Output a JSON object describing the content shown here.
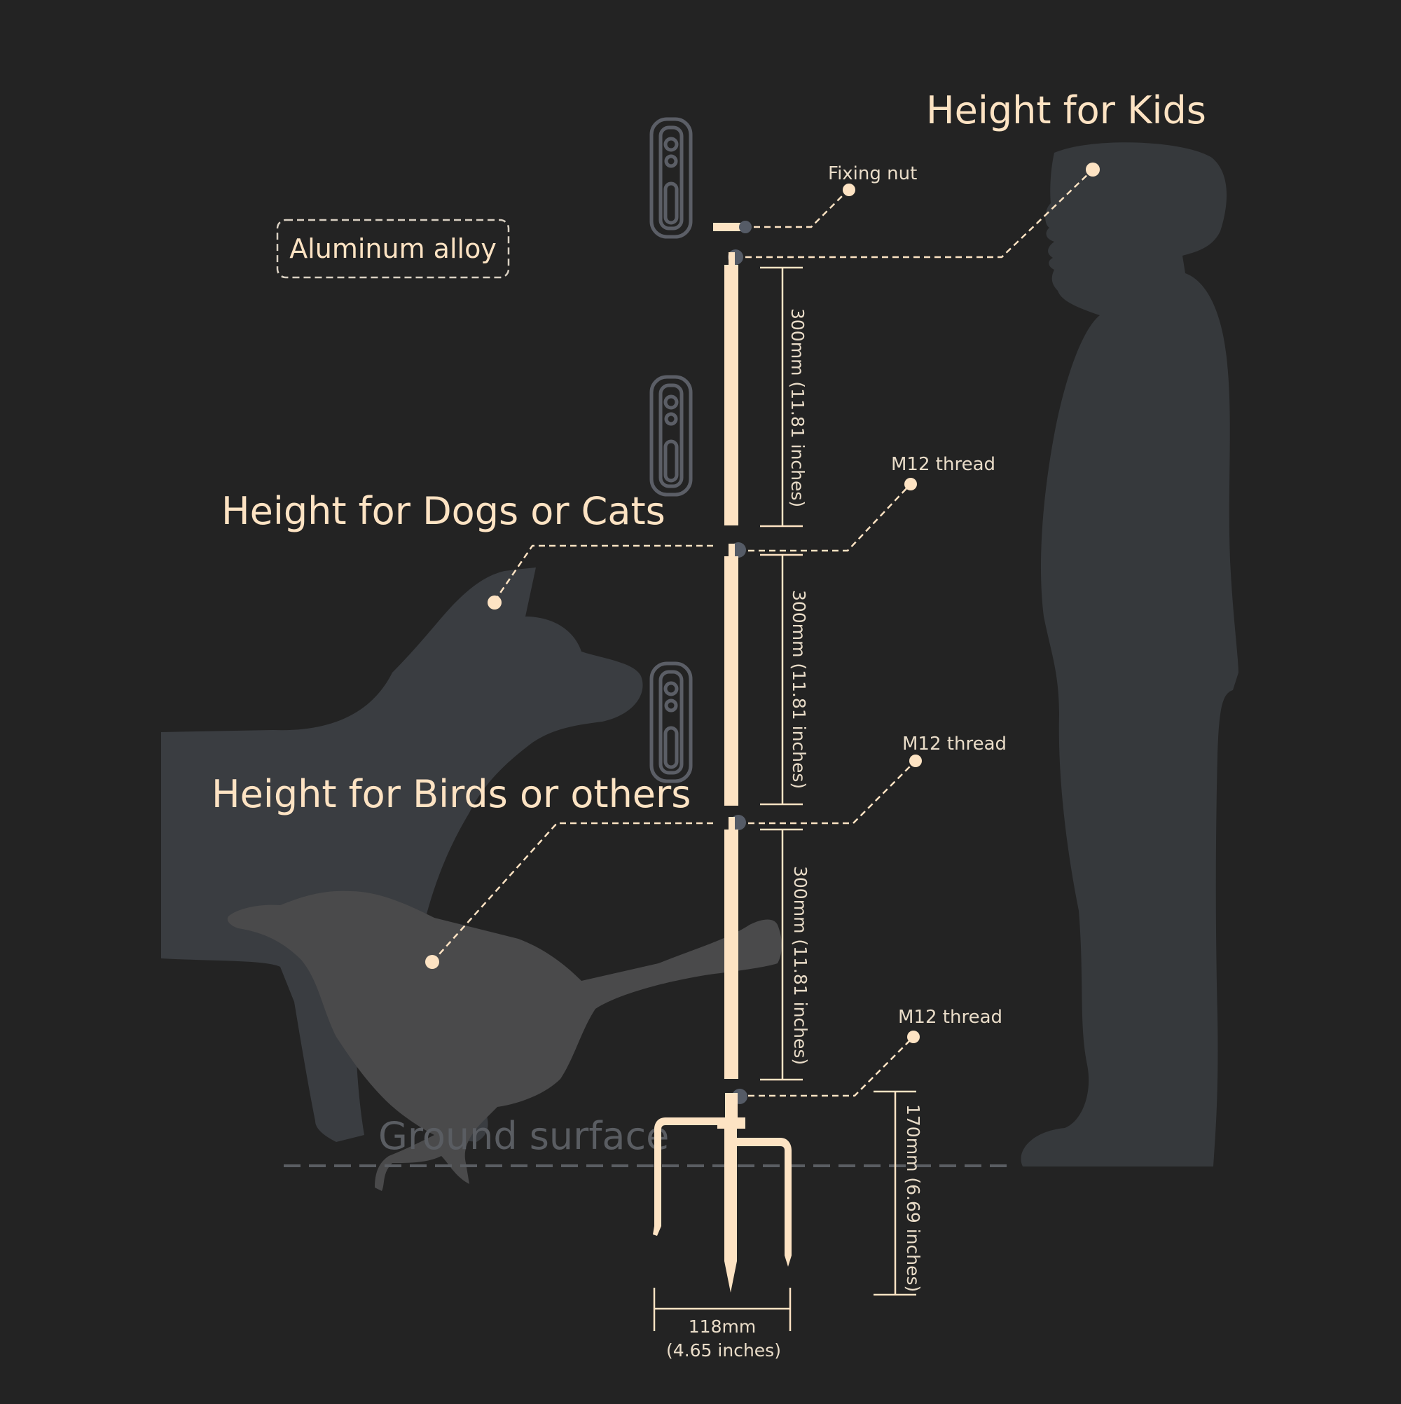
{
  "colors": {
    "background": "#232323",
    "accent_cream": "#fde3c3",
    "silhouette_kid": "#36393c",
    "silhouette_dog": "#3a3d41",
    "silhouette_bird": "#4a4a4b",
    "ground_line": "#5a5d62",
    "icon_outline": "#5b5e66"
  },
  "headings": {
    "kids": "Height for Kids",
    "dogs_cats": "Height for Dogs or Cats",
    "birds_others": "Height for Birds or others"
  },
  "material_badge": "Aluminum alloy",
  "callouts": {
    "fixing_nut": "Fixing nut",
    "thread_1": "M12 thread",
    "thread_2": "M12 thread",
    "thread_3": "M12 thread"
  },
  "dimensions": {
    "segment_1": "300mm (11.81 inches)",
    "segment_2": "300mm (11.81 inches)",
    "segment_3": "300mm (11.81 inches)",
    "stake_height": "170mm (6.69 inches)",
    "stake_width_mm": "118mm",
    "stake_width_in": "(4.65 inches)"
  },
  "ground_label": "Ground surface",
  "icons": [
    "camera-device-icon",
    "camera-device-icon",
    "camera-device-icon"
  ]
}
